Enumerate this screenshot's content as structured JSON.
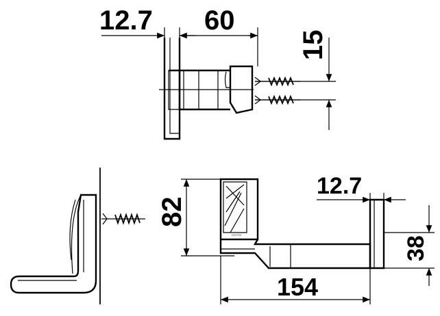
{
  "dimensions": {
    "top_left_width": "12.7",
    "top_depth": "60",
    "top_offset": "15",
    "front_height": "82",
    "rod_diameter": "12.7",
    "front_length": "154",
    "rod_height": "38"
  }
}
